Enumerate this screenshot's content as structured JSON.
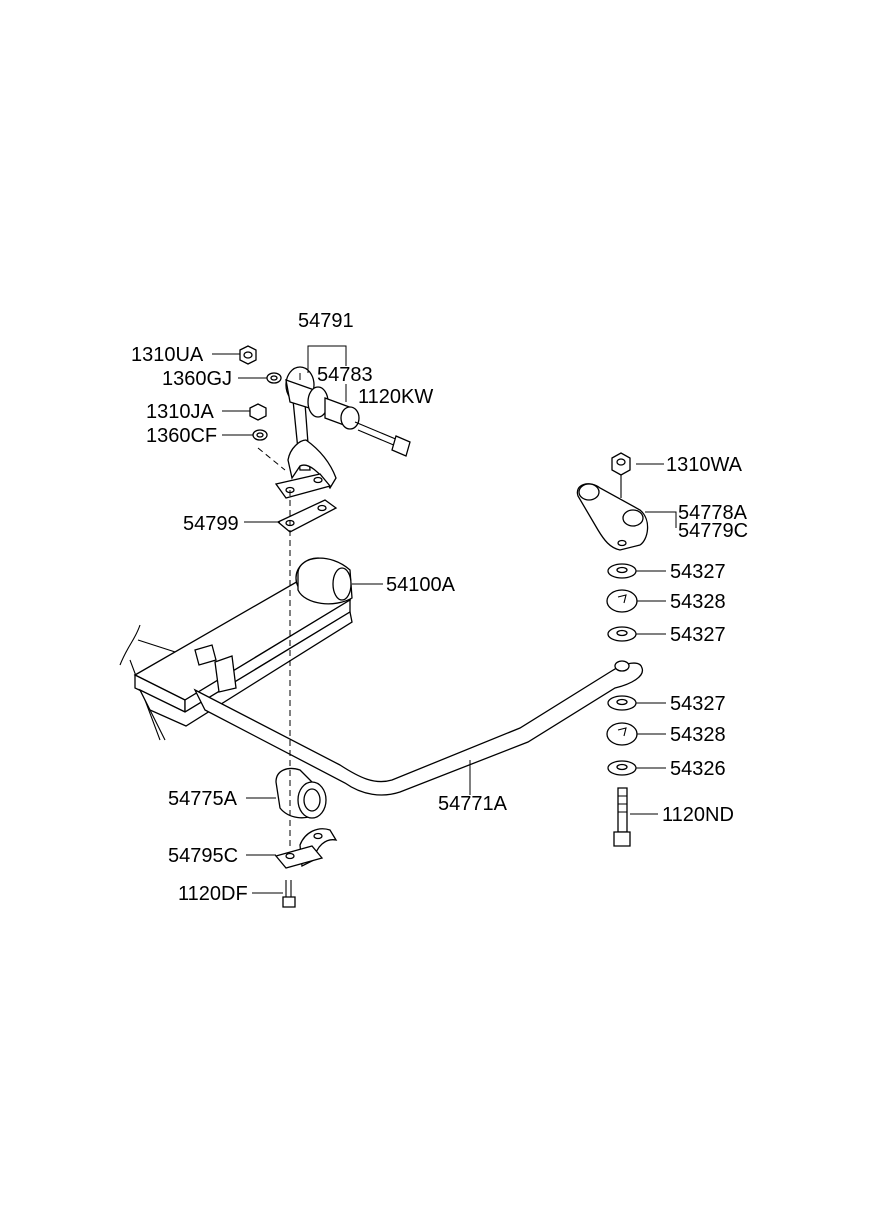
{
  "labels": {
    "p54791": "54791",
    "p1310UA": "1310UA",
    "p1360GJ": "1360GJ",
    "p54783": "54783",
    "p1120KW": "1120KW",
    "p1310JA": "1310JA",
    "p1360CF": "1360CF",
    "p1310WA": "1310WA",
    "p54778A": "54778A",
    "p54779C": "54779C",
    "p54799": "54799",
    "p54100A": "54100A",
    "p54327a": "54327",
    "p54328a": "54328",
    "p54327b": "54327",
    "p54327c": "54327",
    "p54328b": "54328",
    "p54326": "54326",
    "p54771A": "54771A",
    "p54775A": "54775A",
    "p1120ND": "1120ND",
    "p54795C": "54795C",
    "p1120DF": "1120DF"
  },
  "colors": {
    "line": "#000000",
    "background": "#ffffff"
  }
}
